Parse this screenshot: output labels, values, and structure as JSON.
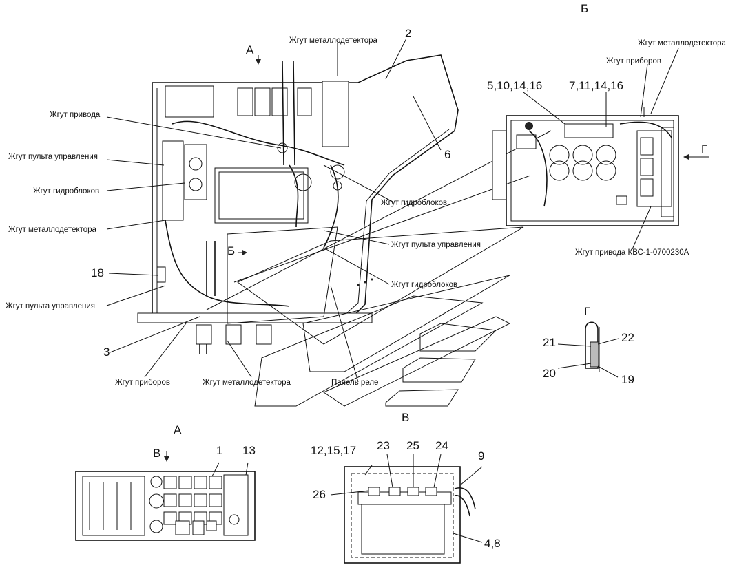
{
  "views": {
    "A_top": "А",
    "B_top": "Б",
    "B_inline": "Б",
    "G_top": "Г",
    "G_arrow": "Г",
    "A_bottom": "А",
    "V_arrow": "В",
    "V_bottom": "В"
  },
  "main_labels": {
    "metal_detector_top": "Жгут металлодетектора",
    "drive": "Жгут привода",
    "control_panel_1": "Жгут пульта управления",
    "hydro_1": "Жгут гидроблоков",
    "metal_detector_left": "Жгут металлодетектора",
    "control_panel_left": "Жгут пульта управления",
    "hydro_mid": "Жгут гидроблоков",
    "control_panel_mid": "Жгут пульта управления",
    "hydro_mid2": "Жгут гидроблоков",
    "instruments_bottom": "Жгут приборов",
    "metal_detector_bottom": "Жгут металлодетектора",
    "relay_panel": "Панель реле"
  },
  "view_b_labels": {
    "metal_detector": "Жгут металлодетектора",
    "instruments": "Жгут приборов",
    "drive_kvs": "Жгут привода КВС-1-0700230А"
  },
  "numbers": {
    "n2": "2",
    "n6": "6",
    "n18": "18",
    "n3": "3",
    "n5_10_14_16": "5,10,14,16",
    "n7_11_14_16": "7,11,14,16",
    "n21": "21",
    "n22": "22",
    "n20": "20",
    "n19": "19",
    "n1": "1",
    "n13": "13",
    "n12_15_17": "12,15,17",
    "n23": "23",
    "n25": "25",
    "n24": "24",
    "n9": "9",
    "n26": "26",
    "n4_8": "4,8"
  }
}
